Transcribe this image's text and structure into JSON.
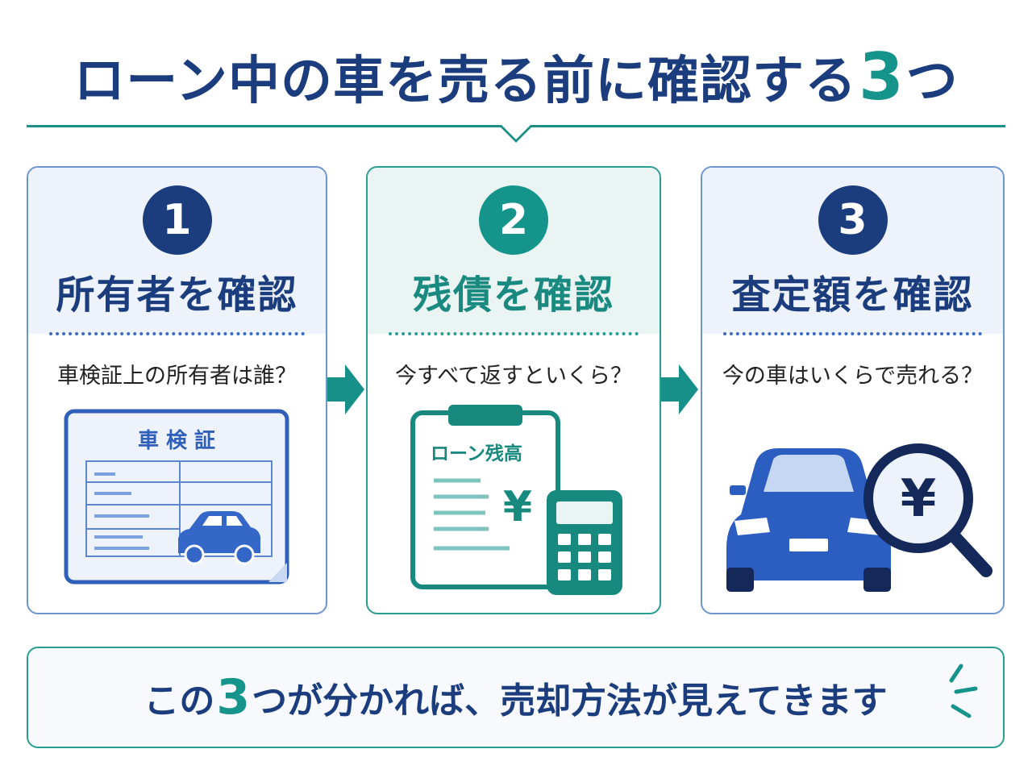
{
  "title": {
    "prefix": "ローン中の車を売る前に確認する",
    "number": "3",
    "suffix": "つ"
  },
  "steps": [
    {
      "number": "1",
      "title": "所有者を確認",
      "question": "車検証上の所有者は誰？",
      "illustration": {
        "icon": "vehicle-inspection-certificate-icon",
        "label": "車 検 証"
      }
    },
    {
      "number": "2",
      "title": "残債を確認",
      "question": "今すべて返すといくら？",
      "illustration": {
        "icon": "loan-balance-clipboard-icon",
        "label": "ローン残高",
        "symbol": "¥"
      }
    },
    {
      "number": "3",
      "title": "査定額を確認",
      "question": "今の車はいくらで売れる？",
      "illustration": {
        "icon": "car-with-magnifier-icon",
        "symbol": "¥"
      }
    }
  ],
  "footer": {
    "prefix": "この",
    "number": "3",
    "suffix": "つが分かれば、売却方法が見えてきます"
  },
  "colors": {
    "navy": "#1b3c7d",
    "teal": "#14948a",
    "blue": "#2f5fb8",
    "light_blue_bg": "#eef3fb",
    "light_teal_bg": "#e9f4f3"
  }
}
